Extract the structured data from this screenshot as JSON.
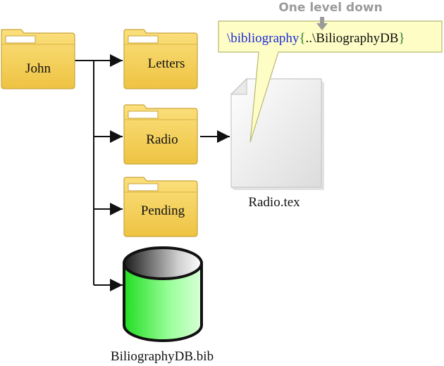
{
  "folders": {
    "root": {
      "label": "John",
      "icon": "folder-icon"
    },
    "letters": {
      "label": "Letters",
      "icon": "folder-icon"
    },
    "radio": {
      "label": "Radio",
      "icon": "folder-icon"
    },
    "pending": {
      "label": "Pending",
      "icon": "folder-icon"
    }
  },
  "file": {
    "label": "Radio.tex",
    "icon": "document-icon"
  },
  "database": {
    "label": "BiliographyDB.bib",
    "icon": "database-icon"
  },
  "callout": {
    "command": "\\bibliography",
    "open_brace": "{",
    "path": "..\\BiliographyDB",
    "close_brace": "}",
    "note": "One level down"
  },
  "colors": {
    "folder_fill": "#f5cf5a",
    "folder_stroke": "#c9a43a",
    "callout_fill": "#fdfdc5",
    "command_color": "#1f2cd6",
    "brace_color": "#2a7a35",
    "note_color": "#9b9b9b",
    "db_top": "#555555",
    "db_body": "#33ee33"
  }
}
